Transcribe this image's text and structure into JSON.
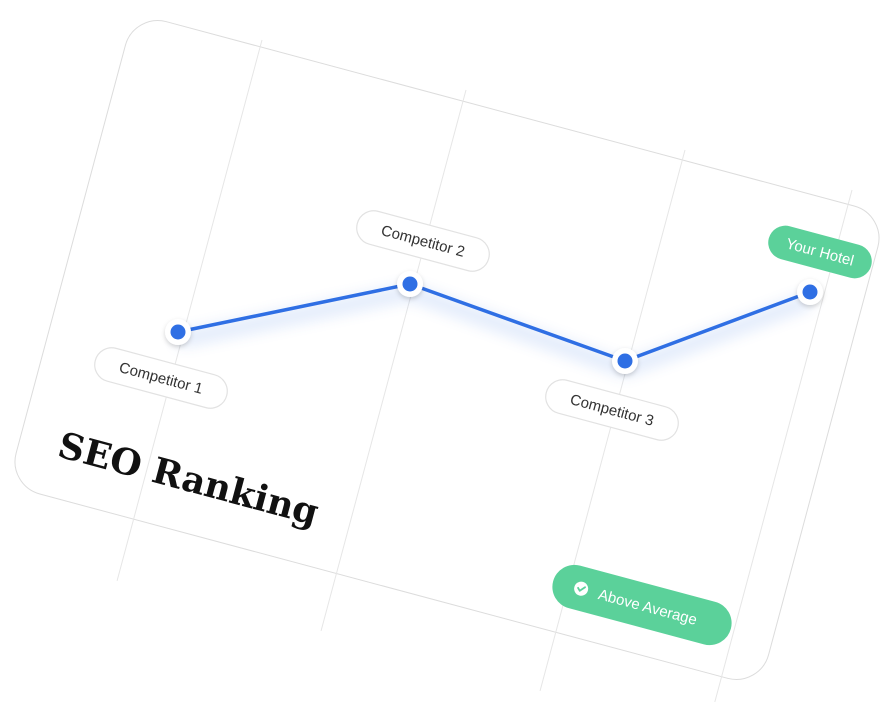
{
  "chart_data": {
    "type": "line",
    "title": "SEO Ranking",
    "categories": [
      "Competitor 1",
      "Competitor 2",
      "Competitor 3",
      "Your Hotel"
    ],
    "highlight_category": "Your Hotel",
    "badge": {
      "label": "Above Average",
      "icon": "check-circle-icon"
    },
    "colors": {
      "line": "#2f6fe4",
      "marker": "#2f6fe4",
      "highlight": "#5bd19a",
      "grid": "#e6e6e6",
      "label_border": "#e2e2e2",
      "label_text": "#333333",
      "title": "#111111"
    },
    "grid": true,
    "rotated_degrees": 15
  }
}
